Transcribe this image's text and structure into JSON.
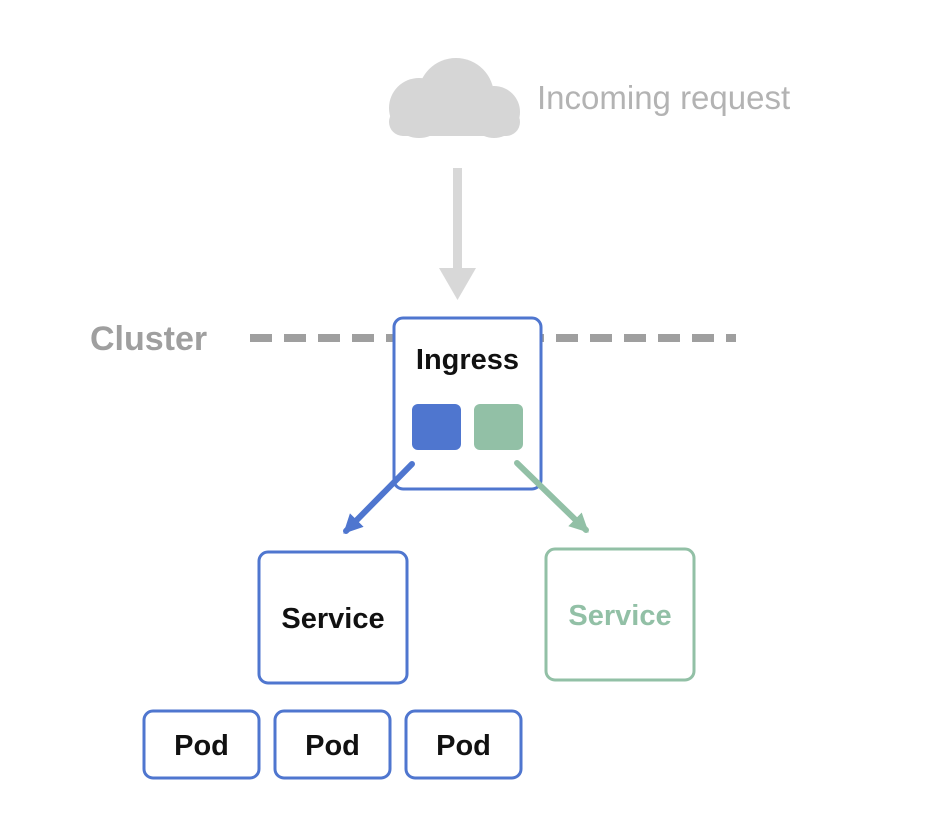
{
  "incoming": {
    "label": "Incoming request",
    "icon": "cloud-icon"
  },
  "cluster": {
    "label": "Cluster"
  },
  "ingress": {
    "label": "Ingress"
  },
  "services": [
    {
      "label": "Service"
    },
    {
      "label": "Service"
    }
  ],
  "pods": [
    {
      "label": "Pod"
    },
    {
      "label": "Pod"
    },
    {
      "label": "Pod"
    }
  ],
  "colors": {
    "blue": "#4f76cf",
    "green": "#92c0a6",
    "cloud_gray": "#d6d6d6",
    "incoming_text": "#b3b3b3",
    "cluster_gray": "#9f9f9f",
    "arrow_gray": "#d8d8d8",
    "text_dark": "#111111"
  }
}
